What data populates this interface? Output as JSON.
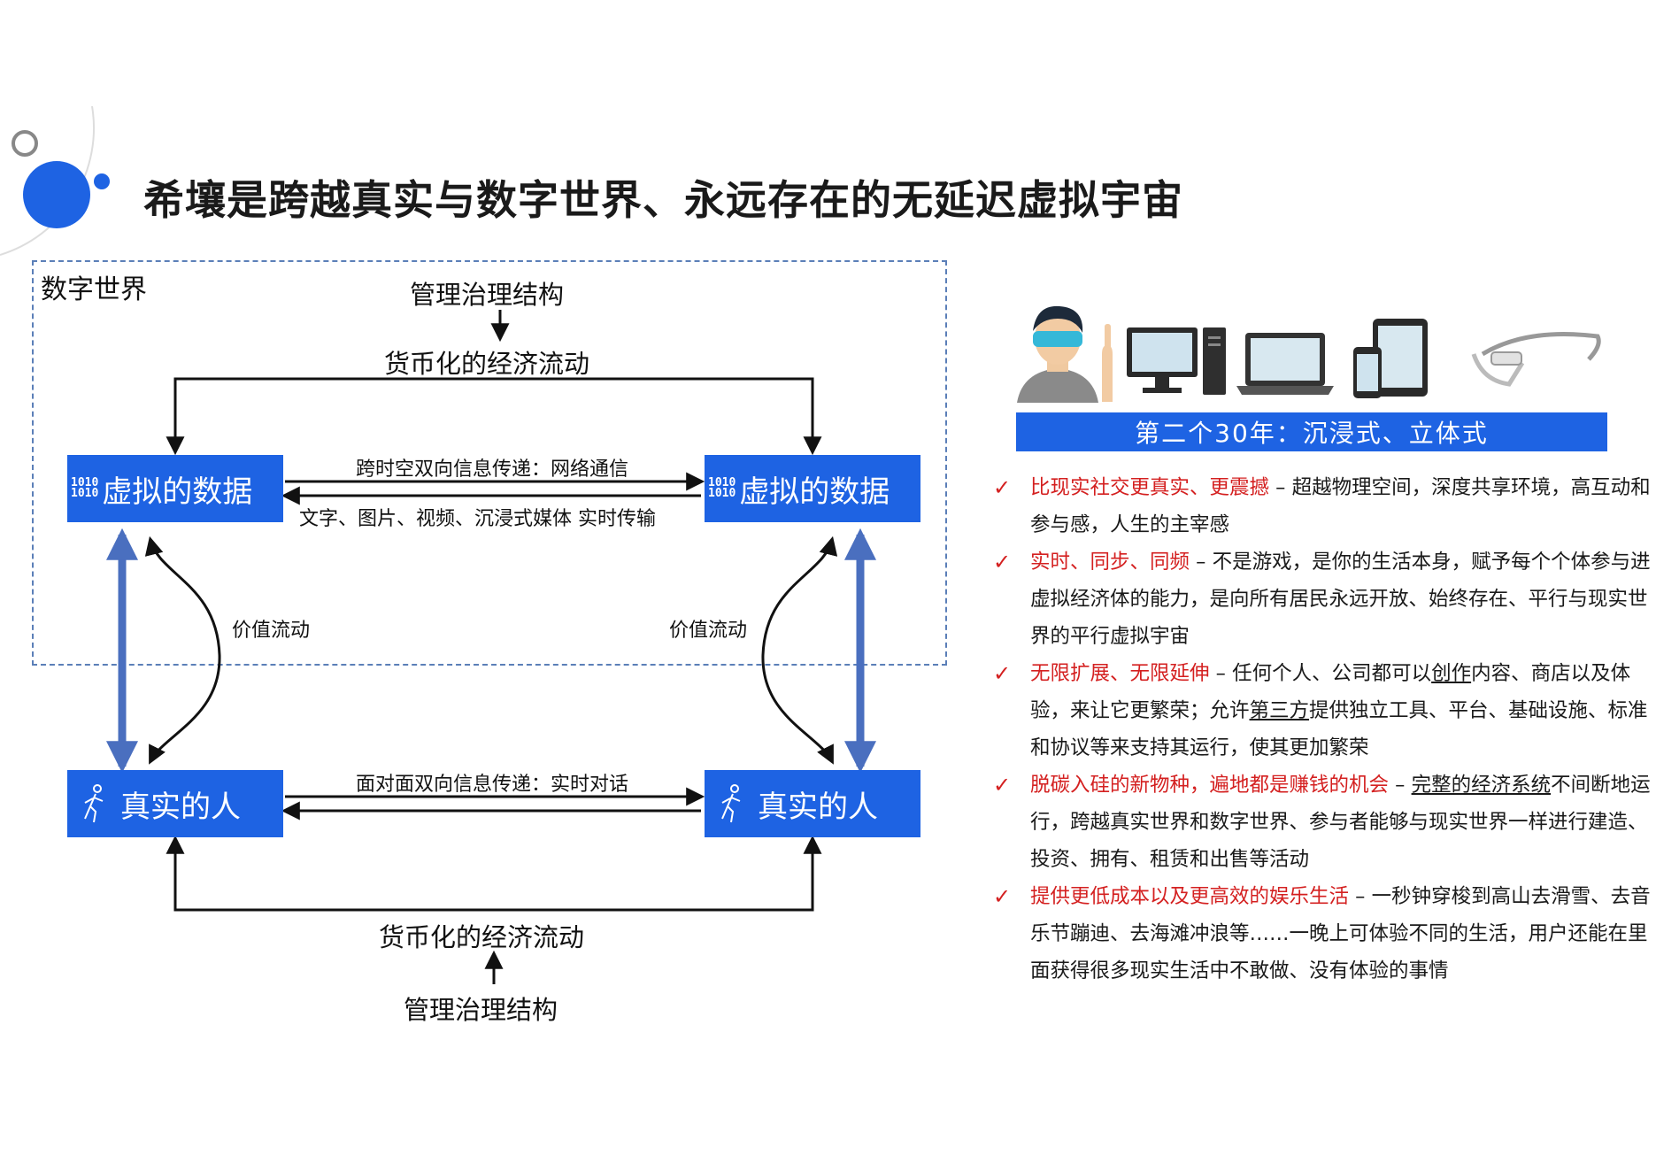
{
  "title": "希壤是跨越真实与数字世界、永远存在的无延迟虚拟宇宙",
  "diagram": {
    "digital_world_label": "数字世界",
    "top_governance": "管理治理结构",
    "top_economic_flow": "货币化的经济流动",
    "virtual_data_left": "虚拟的数据",
    "virtual_data_right": "虚拟的数据",
    "virtual_channel_top": "跨时空双向信息传递：网络通信",
    "virtual_channel_bottom": "文字、图片、视频、沉浸式媒体 实时传输",
    "value_flow_left": "价值流动",
    "value_flow_right": "价值流动",
    "real_person_left": "真实的人",
    "real_person_right": "真实的人",
    "real_channel": "面对面双向信息传递：实时对话",
    "bottom_economic_flow": "货币化的经济流动",
    "bottom_governance": "管理治理结构",
    "data_icon_text": "1010\n1010"
  },
  "right_panel": {
    "banner": "第二个30年：沉浸式、立体式",
    "bullets": [
      {
        "head": "比现实社交更真实、更震撼",
        "sep": " – ",
        "parts": [
          {
            "t": "超越物理空间，深度共享环境，高互动和参与感，人生的主宰感",
            "u": false
          }
        ]
      },
      {
        "head": "实时、同步、同频",
        "sep": " – ",
        "parts": [
          {
            "t": "不是游戏，是你的生活本身，赋予每个个体参与进虚拟经济体的能力，是向所有居民永远开放、始终存在、平行与现实世界的平行虚拟宇宙",
            "u": false
          }
        ]
      },
      {
        "head": "无限扩展、无限延伸",
        "sep": " – ",
        "parts": [
          {
            "t": "任何个人、公司都可以",
            "u": false
          },
          {
            "t": "创作",
            "u": true
          },
          {
            "t": "内容、商店以及体验，来让它更繁荣；允许",
            "u": false
          },
          {
            "t": "第三方",
            "u": true
          },
          {
            "t": "提供独立工具、平台、基础设施、标准和协议等来支持其运行，使其更加繁荣",
            "u": false
          }
        ]
      },
      {
        "head": "脱碳入硅的新物种，遍地都是赚钱的机会",
        "sep": " – ",
        "parts": [
          {
            "t": "完整的经济系统",
            "u": true
          },
          {
            "t": "不间断地运行，跨越真实世界和数字世界、参与者能够与现实世界一样进行建造、投资、拥有、租赁和出售等活动",
            "u": false
          }
        ]
      },
      {
        "head": "提供更低成本以及更高效的娱乐生活",
        "sep": " – ",
        "parts": [
          {
            "t": "一秒钟穿梭到高山去滑雪、去音乐节蹦迪、去海滩冲浪等……一晚上可体验不同的生活，用户还能在里面获得很多现实生活中不敢做、没有体验的事情",
            "u": false
          }
        ]
      }
    ],
    "check_mark": "✓"
  },
  "colors": {
    "accent_blue": "#1e63e3",
    "highlight_red": "#d42020",
    "dashed_frame": "#5b7fb8",
    "vertical_arrow": "#4a6fbf"
  },
  "icons": [
    "circle-outline-icon",
    "blue-dots-logo-icon",
    "data-grid-icon",
    "person-walking-icon",
    "vr-person-icon",
    "desktop-computer-icon",
    "laptop-icon",
    "tablet-phone-icon",
    "smart-glasses-icon"
  ]
}
